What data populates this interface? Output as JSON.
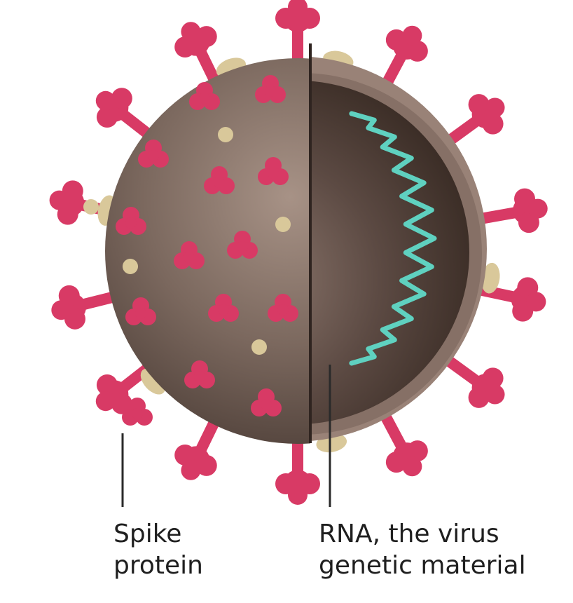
{
  "labels": {
    "spike": {
      "line1": "Spike",
      "line2": "protein"
    },
    "rna": {
      "line1": "RNA, the virus",
      "line2": "genetic material"
    }
  },
  "colors": {
    "spike": "#d83a65",
    "body_light": "#9a857a",
    "body_mid": "#6f5c53",
    "body_dark": "#3f302b",
    "envelope": "#998277",
    "lipid": "#d9c89a",
    "rna": "#5fd1c0",
    "leader_line": "#2a2a2a",
    "text": "#1f1f1f"
  },
  "icons": {
    "spike_protein": "spike-protein-icon",
    "rna_strand": "rna-strand-icon",
    "lipid_particle": "lipid-particle-icon"
  }
}
